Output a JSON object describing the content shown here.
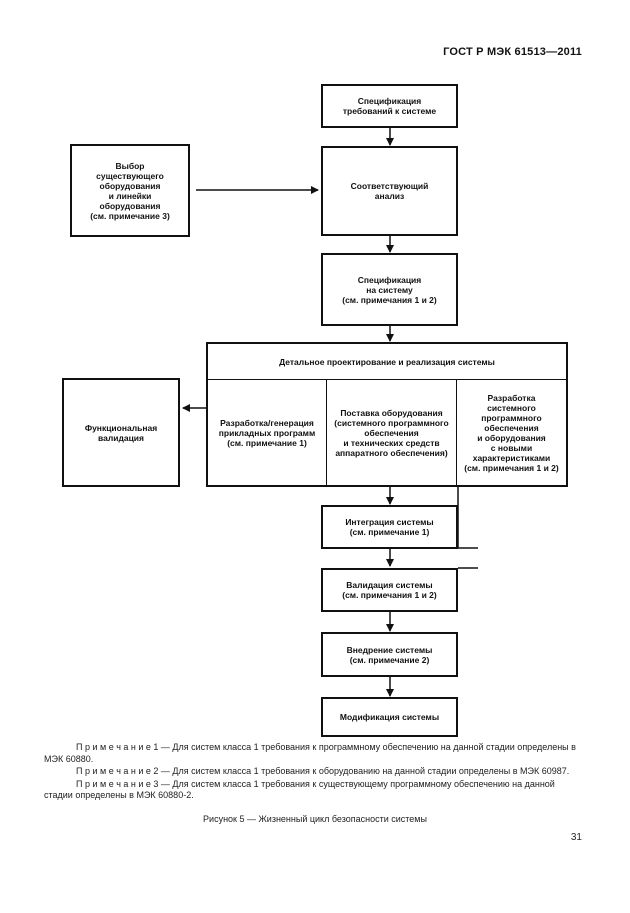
{
  "header": {
    "standard": "ГОСТ Р МЭК 61513—2011"
  },
  "flow": {
    "spec_requirements": "Спецификация\nтребований к системе",
    "existing_equipment": "Выбор\nсуществующего\nоборудования\nи линейки\nоборудования\n(см. примечание 3)",
    "conformity_analysis": "Соответствующий\nанализ",
    "system_spec": "Спецификация\nна систему\n(см. примечания 1 и 2)",
    "detailed_design_title": "Детальное проектирование и реализация системы",
    "app_programs": "Разработка/генерация\nприкладных программ\n(см. примечание 1)",
    "equipment_supply": "Поставка оборудования\n(системного программного\nобеспечения\nи технических средств\nаппаратного обеспечения)",
    "system_software": "Разработка\nсистемного\nпрограммного\nобеспечения\nи оборудования\nс новыми\nхарактеристиками\n(см. примечания 1 и 2)",
    "functional_validation": "Функциональная\nвалидация",
    "system_integration": "Интеграция системы\n(см. примечание 1)",
    "system_validation": "Валидация системы\n(см. примечания 1 и 2)",
    "system_deployment": "Внедрение системы\n(см. примечание 2)",
    "system_modification": "Модификация системы"
  },
  "notes": [
    {
      "label": "П р и м е ч а н и е  1",
      "text": " — Для систем класса 1 требования к программному обеспечению на данной стадии определены в МЭК 60880."
    },
    {
      "label": "П р и м е ч а н и е  2",
      "text": " — Для систем класса 1 требования к оборудованию на данной стадии определены в МЭК 60987."
    },
    {
      "label": "П р и м е ч а н и е  3",
      "text": " — Для систем класса 1 требования к существующему программному обеспечению на данной стадии определены в МЭК 60880-2."
    }
  ],
  "caption": "Рисунок 5 — Жизненный цикл безопасности системы",
  "page_number": "31"
}
